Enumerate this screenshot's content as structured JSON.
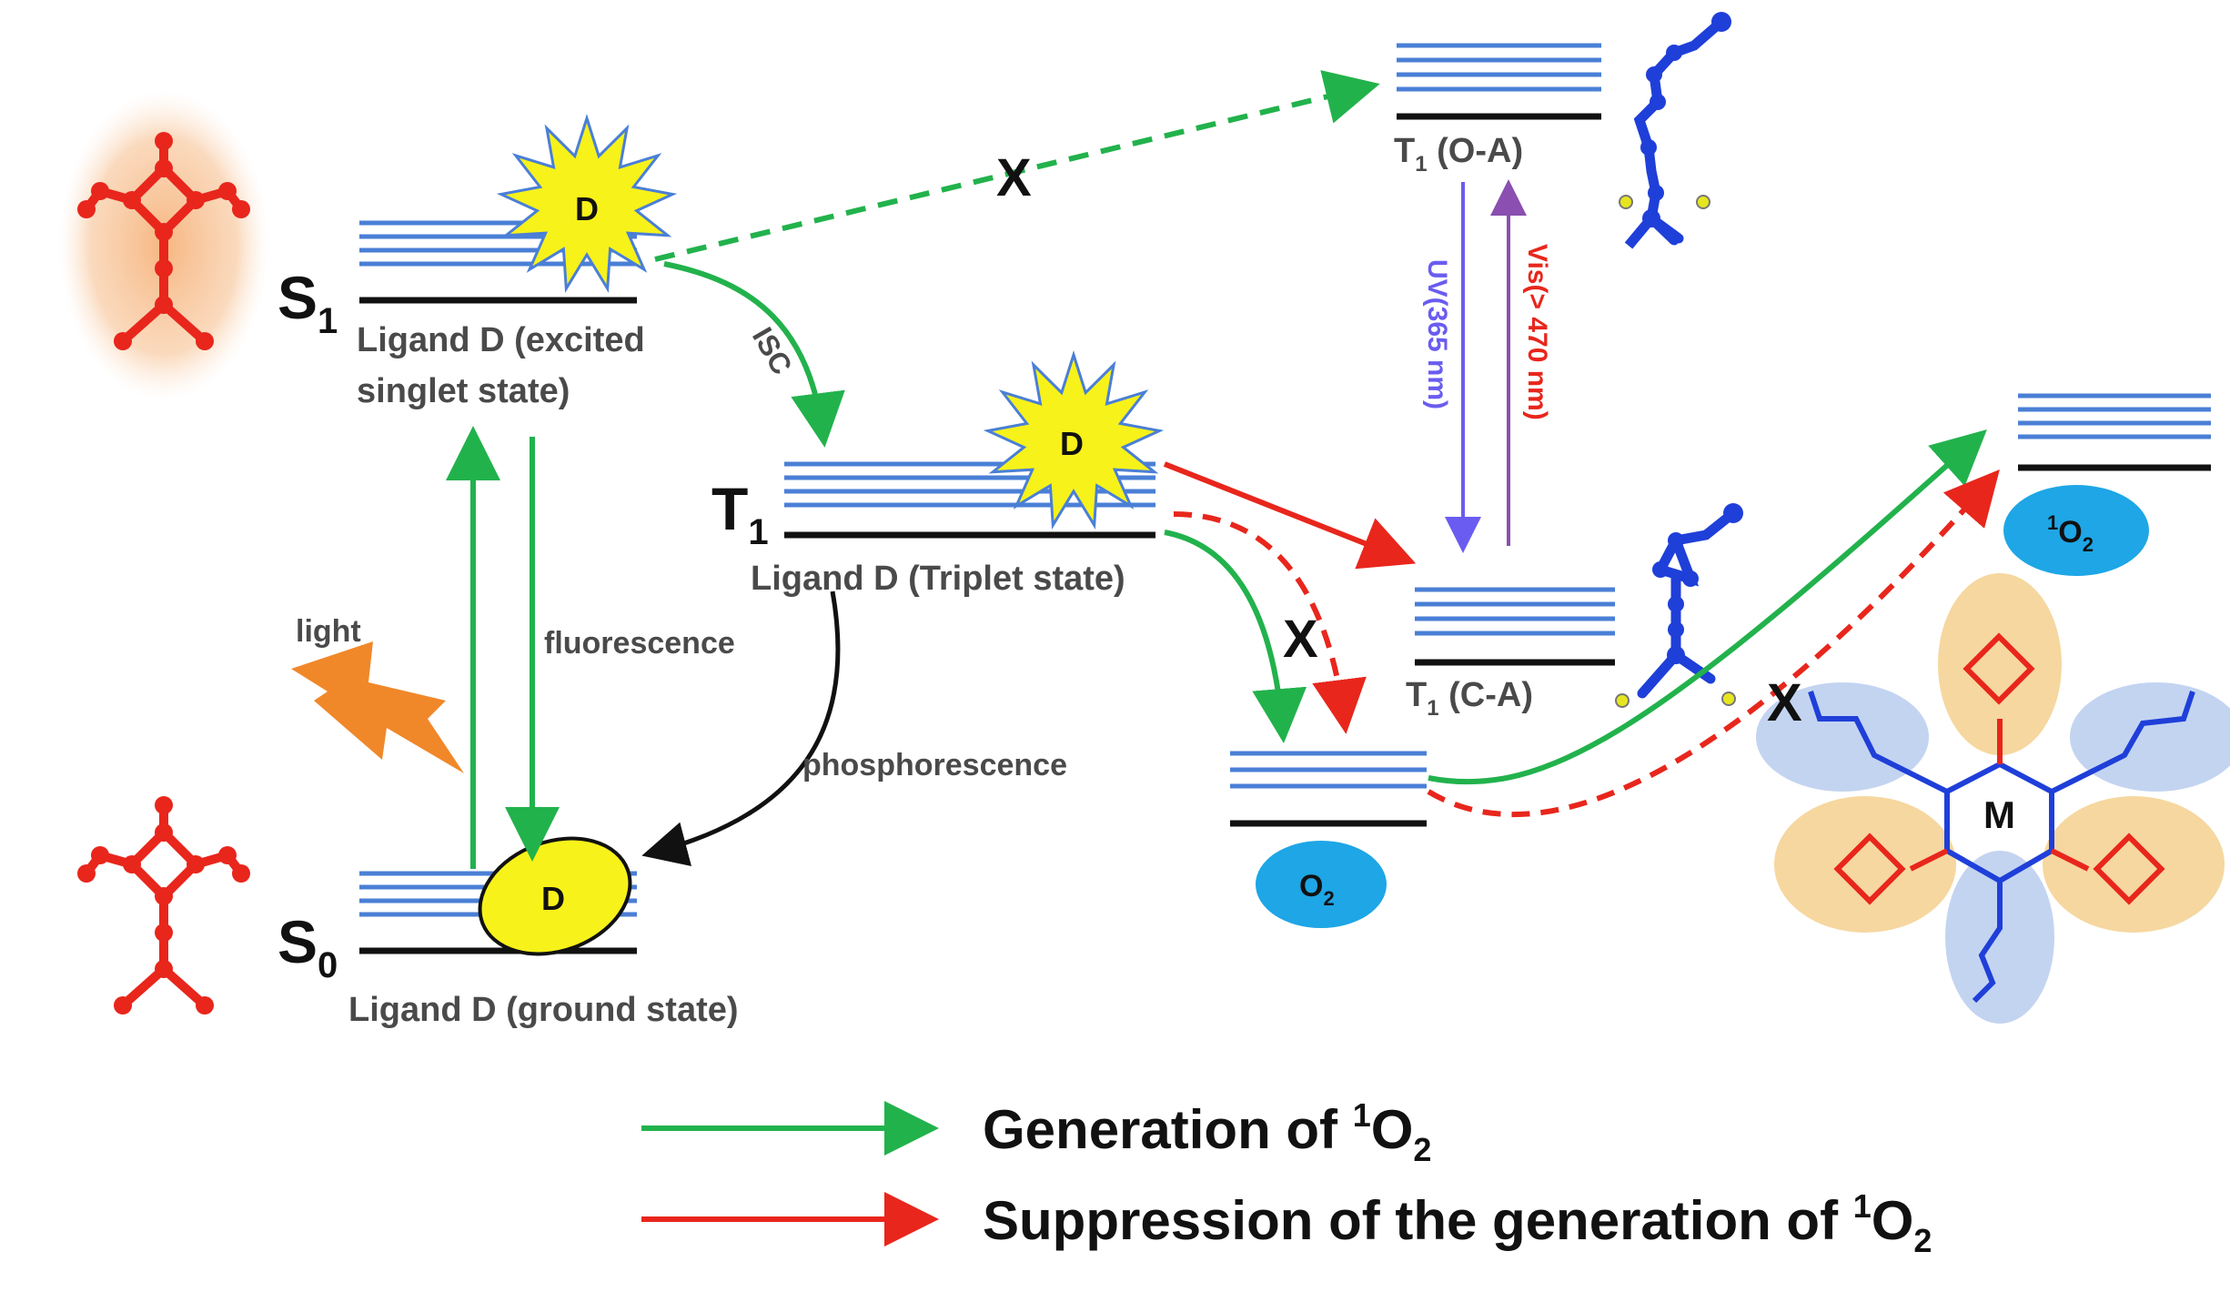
{
  "colors": {
    "level_line": "#4a7fd6",
    "ground_line": "#111111",
    "generation_arrow": "#22b24c",
    "suppression_arrow": "#e8261c",
    "phosphorescence_arrow": "#111111",
    "uv_arrow": "#6a5cf0",
    "vis_arrow": "#8a4fb0",
    "uv_text": "#6a5cf0",
    "vis_text": "#e8261c",
    "oxygen_ellipse": "#1ea6e6",
    "dye_fill": "#f7f21a",
    "closed_form_molecule": "#e8261c",
    "open_form_molecule": "#1f3fd9",
    "lightning": "#f0882a"
  },
  "icons": {
    "dye_burst": "starburst-icon",
    "dye_ground": "ellipse-icon",
    "light": "lightning-icon",
    "cross": "x-mark",
    "molecule_closed": "molecule-icon",
    "molecule_open": "molecule-icon",
    "assembly": "metal-complex-icon"
  },
  "states": {
    "s1": {
      "base": "S",
      "sub": "1"
    },
    "s0": {
      "base": "S",
      "sub": "0"
    },
    "t1": {
      "base": "T",
      "sub": "1"
    }
  },
  "labels": {
    "s1_line1": "Ligand D (excited",
    "s1_line2": "singlet state)",
    "t1": "Ligand D (Triplet state)",
    "s0": "Ligand D (ground state)",
    "t1_oa_base": "T",
    "t1_oa_sub": "1",
    "t1_oa_rest": " (O-A)",
    "t1_ca_base": "T",
    "t1_ca_sub": "1",
    "t1_ca_rest": " (C-A)",
    "isc": "ISC",
    "light": "light",
    "fluorescence": "fluorescence",
    "phosphorescence": "phosphorescence",
    "uv": "UV(365 nm)",
    "vis": "Vis(> 470 nm)",
    "o2_base": "O",
    "o2_sub": "2",
    "singlet_o2_sup": "1",
    "singlet_o2_base": "O",
    "singlet_o2_sub": "2",
    "dye": "D",
    "metal": "M",
    "cross": "X"
  },
  "legend": {
    "generation_prefix": "Generation of ",
    "generation_sup": "1",
    "generation_base": "O",
    "generation_sub": "2",
    "suppression_prefix": "Suppression of the generation of ",
    "suppression_sup": "1",
    "suppression_base": "O",
    "suppression_sub": "2"
  }
}
